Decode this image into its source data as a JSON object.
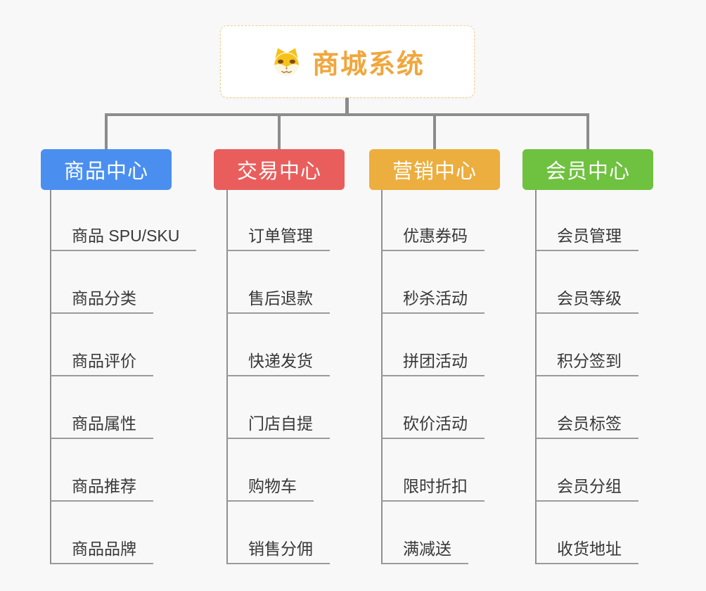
{
  "page": {
    "background": "#f8f8f8"
  },
  "root": {
    "label": "商城系统",
    "text_color": "#f0a73e",
    "border_color": "#f3cf8e",
    "icon": "dog-face-icon"
  },
  "branches": [
    {
      "label": "商品中心",
      "color": "#4a8ff0",
      "children": [
        "商品 SPU/SKU",
        "商品分类",
        "商品评价",
        "商品属性",
        "商品推荐",
        "商品品牌"
      ]
    },
    {
      "label": "交易中心",
      "color": "#e95e5c",
      "children": [
        "订单管理",
        "售后退款",
        "快递发货",
        "门店自提",
        "购物车",
        "销售分佣"
      ]
    },
    {
      "label": "营销中心",
      "color": "#ecae3e",
      "children": [
        "优惠券码",
        "秒杀活动",
        "拼团活动",
        "砍价活动",
        "限时折扣",
        "满减送"
      ]
    },
    {
      "label": "会员中心",
      "color": "#6fc140",
      "children": [
        "会员管理",
        "会员等级",
        "积分签到",
        "会员标签",
        "会员分组",
        "收货地址"
      ]
    }
  ],
  "connector_color": "#8c8c8c",
  "leaf_underline_color": "#9b9b9b",
  "leaf_text_color": "#383838"
}
